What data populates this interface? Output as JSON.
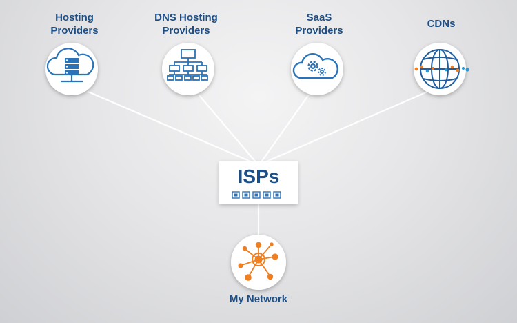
{
  "nodes": {
    "hosting": {
      "line1": "Hosting",
      "line2": "Providers",
      "icon": "server-cloud-icon"
    },
    "dns": {
      "line1": "DNS Hosting",
      "line2": "Providers",
      "icon": "hierarchy-icon"
    },
    "saas": {
      "line1": "SaaS",
      "line2": "Providers",
      "icon": "cloud-gears-icon"
    },
    "cdn": {
      "line1": "CDNs",
      "icon": "globe-icon"
    },
    "isp": {
      "title": "ISPs",
      "icon": "network-ports-icon"
    },
    "mynetwork": {
      "label": "My Network",
      "icon": "network-hub-icon"
    }
  },
  "colors": {
    "primary": "#1d4f86",
    "icon_blue": "#2a73b8",
    "accent_orange": "#f07f1f",
    "connector": "#ffffff"
  }
}
